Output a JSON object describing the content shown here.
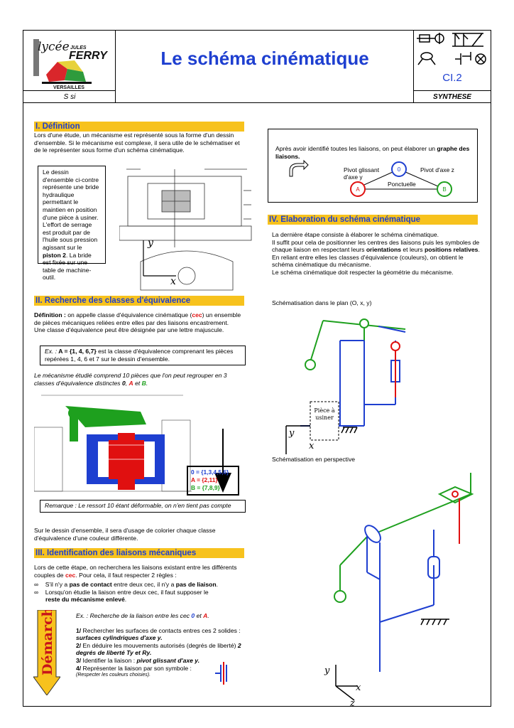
{
  "header": {
    "school_line1": "lycée",
    "school_line2": "JULES",
    "school_line3": "FERRY",
    "school_city": "VERSAILLES",
    "title": "Le schéma cinématique",
    "code": "CI.2",
    "section_left": "S si",
    "section_right": "SYNTHESE"
  },
  "s1": {
    "heading": "I. Définition",
    "p1": "Lors d'une étude, un mécanisme est représenté sous la forme d'un dessin d'ensemble. Si le mécanisme est complexe, il sera utile de le schématiser et de le représenter sous forme d'un schéma cinématique.",
    "box_pre": "Le dessin d'ensemble ci-contre représente une bride hydraulique permettant le maintien en position d'une pièce à usiner. L'effort de serrage est produit par de l'huile sous pression agissant sur le",
    "box_piston": "piston 2",
    "box_post": ". La bride est fixée sur une table de machine-outil.",
    "axis_y": "y",
    "axis_x": "x"
  },
  "s2": {
    "heading": "II. Recherche des classes d'équivalence",
    "def_label": "Définition :",
    "def_pre": " on appelle classe d'équivalence cinématique (",
    "def_cec": "cec",
    "def_post": ") un ensemble de pièces mécaniques reliées entre elles par des liaisons encastrement.",
    "def_line2": "Une classe d'équivalence peut être désignée par une lettre majuscule.",
    "ex_label": "Ex. :",
    "ex_a": " A = {1, 4, 6,7}",
    "ex_text": " est la classe d'équivalence comprenant les pièces repérées 1, 4, 6 et 7 sur le dessin d'ensemble.",
    "it_pre": "Le mécanisme étudié comprend 10 pièces que l'on peut regrouper en 3 classes d'équivalence distinctes ",
    "it_0": "0",
    "it_comma": ", ",
    "it_a": "A",
    "it_et": " et ",
    "it_b": "B",
    "it_end": ".",
    "cls_0": "0 = {1,3,4,5,6}",
    "cls_a": "A = {2,11}",
    "cls_b": "B = {7,8,9}",
    "remark": "Remarque : Le ressort 10 étant déformable, on n'en tient pas compte",
    "after": "Sur le dessin d'ensemble, il sera d'usage de colorier chaque classe d'équivalence d'une couleur différente."
  },
  "s3": {
    "heading": "III. Identification des liaisons mécaniques",
    "p1_pre": "Lors de cette étape, on recherchera les liaisons existant entre les différents couples de ",
    "p1_cec": "cec",
    "p1_post": ". Pour cela, il faut respecter 2 règles :",
    "r1_pre": "S'il n'y a ",
    "r1_b1": "pas de contact",
    "r1_mid": " entre deux cec, il n'y a ",
    "r1_b2": "pas de liaison",
    "r1_end": ".",
    "r2_pre": "Lorsqu'on étudie la liaison entre deux cec, il faut supposer le ",
    "r2_b": "reste du mécanisme enlevé",
    "r2_end": ".",
    "bullet": "∞",
    "demarche": "Démarche",
    "ex_pre": "Ex. : Recherche de la liaison entre les cec ",
    "ex_0": "0",
    "ex_et": " et ",
    "ex_a": "A",
    "ex_end": ".",
    "st1_n": "1/",
    "st1_t": " Rechercher les surfaces de contacts entres ces 2 solides : ",
    "st1_b": "surfaces cylindriques d'axe y.",
    "st2_n": "2/",
    "st2_t": " En déduire les mouvements autorisés (degrés de liberté) ",
    "st2_b": "2 degrés de liberté Ty et Ry.",
    "st3_n": "3/",
    "st3_t": " Identifier la liaison : ",
    "st3_b": "pivot glissant d'axe y.",
    "st4_n": "4/",
    "st4_t": " Représenter la liaison par son symbole :",
    "st4_note": "(Respecter les couleurs choisies)."
  },
  "graph": {
    "intro_pre": "Après avoir identifié toutes les liaisons, on peut élaborer un ",
    "intro_b": "graphe des liaisons.",
    "node_0": "0",
    "node_a": "A",
    "node_b": "B",
    "edge_0a_1": "Pivot glissant",
    "edge_0a_2": "d'axe y",
    "edge_0b": "Pivot d'axe z",
    "edge_ab": "Ponctuelle"
  },
  "s4": {
    "heading": "IV. Elaboration du schéma cinématique",
    "p1": "La dernière étape consiste à élaborer le schéma cinématique.",
    "p2_pre": "Il suffit pour cela de positionner les centres des liaisons puis les symboles de chaque liaison en respectant leurs ",
    "p2_b1": "orientations",
    "p2_mid": " et leurs ",
    "p2_b2": "positions relatives",
    "p2_end": ".",
    "p3": "En reliant entre elles les classes d'équivalence (couleurs), on obtient le schéma cinématique du mécanisme.",
    "p4": "Le schéma cinématique doit respecter la géométrie du mécanisme.",
    "plan_caption": "Schématisation dans le plan (O, x, y)",
    "piece_1": "Pièce à",
    "piece_2": "usiner",
    "persp_caption": "Schématisation en perspective",
    "axis_y": "y",
    "axis_x": "x",
    "axis_z": "z"
  },
  "colors": {
    "blue": "#1e3fd0",
    "red": "#e01010",
    "green": "#1ea01e",
    "yellow": "#f7c21d"
  }
}
